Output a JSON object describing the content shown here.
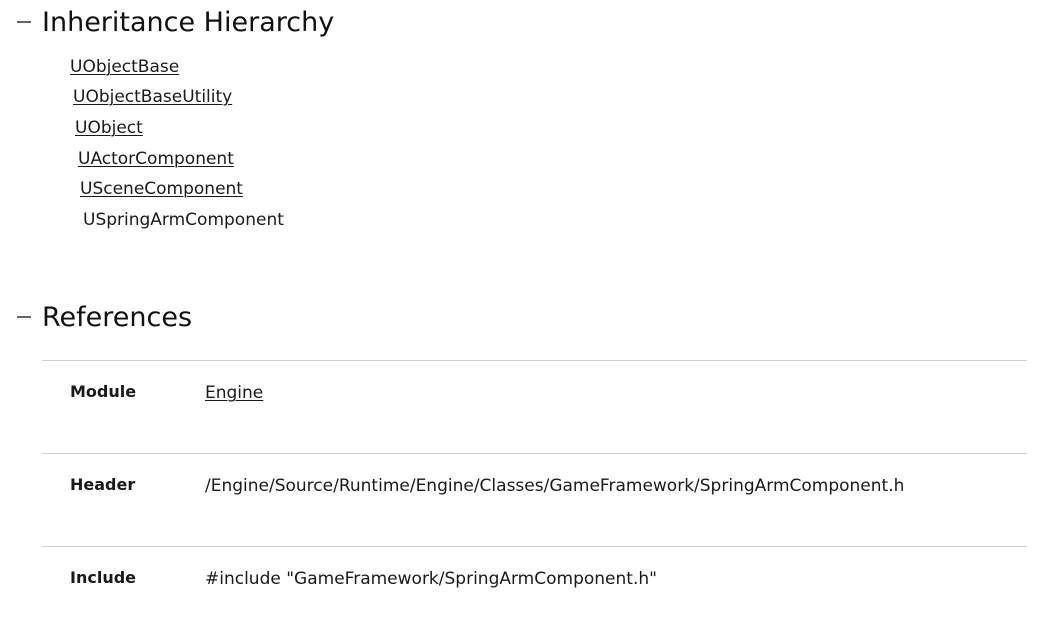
{
  "inheritance": {
    "title": "Inheritance Hierarchy",
    "items": [
      {
        "label": "UObjectBase",
        "link": true
      },
      {
        "label": "UObjectBaseUtility",
        "link": true
      },
      {
        "label": "UObject",
        "link": true
      },
      {
        "label": "UActorComponent",
        "link": true
      },
      {
        "label": "USceneComponent",
        "link": true
      },
      {
        "label": "USpringArmComponent",
        "link": false
      }
    ]
  },
  "references": {
    "title": "References",
    "rows": [
      {
        "label": "Module",
        "value": "Engine",
        "link": true
      },
      {
        "label": "Header",
        "value": "/Engine/Source/Runtime/Engine/Classes/GameFramework/SpringArmComponent.h",
        "link": false
      },
      {
        "label": "Include",
        "value": "#include \"GameFramework/SpringArmComponent.h\"",
        "link": false
      }
    ]
  },
  "icons": {
    "collapse": "minus-collapse-icon"
  }
}
